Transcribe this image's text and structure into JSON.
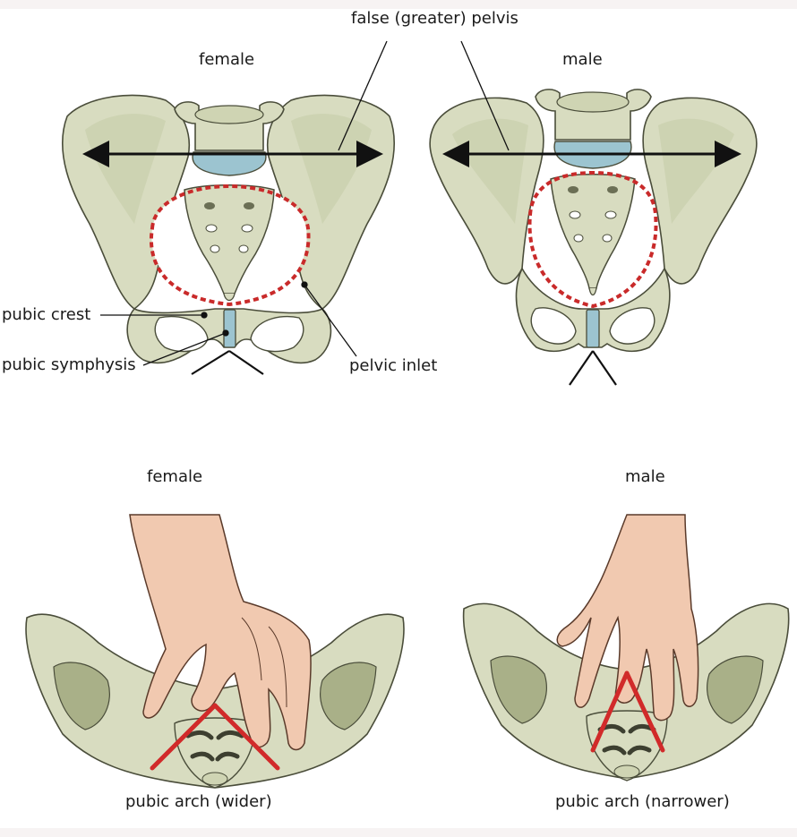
{
  "labels": {
    "false_pelvis": "false (greater) pelvis",
    "female_top": "female",
    "male_top": "male",
    "pubic_crest": "pubic crest",
    "pubic_symphysis": "pubic symphysis",
    "pelvic_inlet": "pelvic inlet",
    "female_bottom": "female",
    "male_bottom": "male",
    "arch_wider": "pubic arch (wider)",
    "arch_narrower": "pubic arch (narrower)"
  },
  "colors": {
    "bone": "#d8dcc0",
    "bone_shadow": "#bcc39c",
    "bone_outline": "#4a4d3a",
    "cartilage": "#9cc4d0",
    "inlet_dash": "#c92a2a",
    "arch_line": "#d12a2a",
    "skin": "#f1c9b0",
    "skin_outline": "#5a3a2a",
    "arrow": "#111111"
  }
}
